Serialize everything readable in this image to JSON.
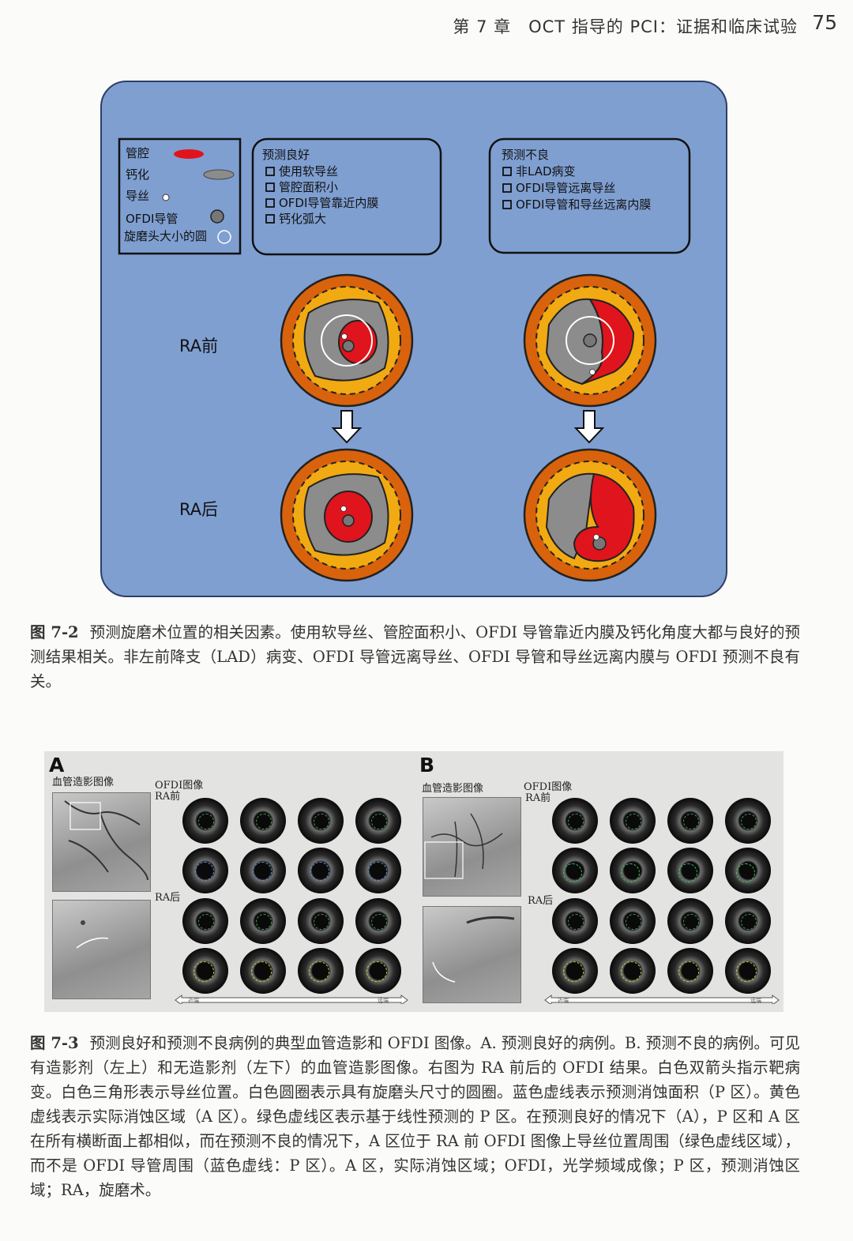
{
  "header": {
    "running_title": "第 7 章　OCT 指导的 PCI：证据和临床试验",
    "page_number": "75"
  },
  "figure2": {
    "legend": {
      "items": [
        "管腔",
        "钙化",
        "导丝",
        "OFDI导管",
        "旋磨头大小的圆"
      ]
    },
    "good_box": {
      "title": "预测良好",
      "items": [
        "使用软导丝",
        "管腔面积小",
        "OFDI导管靠近内膜",
        "钙化弧大"
      ]
    },
    "bad_box": {
      "title": "预测不良",
      "items": [
        "非LAD病变",
        "OFDI导管远离导丝",
        "OFDI导管和导丝远离内膜"
      ]
    },
    "row_before": "RA前",
    "row_after": "RA后",
    "colors": {
      "background": "#7f9fd1",
      "lumen": "#e0141c",
      "calcium": "#8c8c8c",
      "adventitia": "#d9620c",
      "media": "#f2aa12"
    }
  },
  "caption2": {
    "label": "图 7-2",
    "text": "预测旋磨术位置的相关因素。使用软导丝、管腔面积小、OFDI 导管靠近内膜及钙化角度大都与良好的预测结果相关。非左前降支（LAD）病变、OFDI 导管远离导丝、OFDI 导管和导丝远离内膜与 OFDI 预测不良有关。"
  },
  "figure3": {
    "panel_a": {
      "letter": "A",
      "angio_label": "血管造影图像",
      "ofdi_label": "OFDI图像",
      "before_label": "RA前",
      "after_label": "RA后",
      "arrow_left": "近端",
      "arrow_right": "远端"
    },
    "panel_b": {
      "letter": "B",
      "angio_label": "血管造影图像",
      "ofdi_label": "OFDI图像",
      "before_label": "RA前",
      "after_label": "RA后",
      "arrow_left": "近端",
      "arrow_right": "远端"
    }
  },
  "caption3": {
    "label": "图 7-3",
    "text": "预测良好和预测不良病例的典型血管造影和 OFDI 图像。A. 预测良好的病例。B. 预测不良的病例。可见有造影剂（左上）和无造影剂（左下）的血管造影图像。右图为 RA 前后的 OFDI 结果。白色双箭头指示靶病变。白色三角形表示导丝位置。白色圆圈表示具有旋磨头尺寸的圆圈。蓝色虚线表示预测消蚀面积（P 区）。黄色虚线表示实际消蚀区域（A 区）。绿色虚线区表示基于线性预测的 P 区。在预测良好的情况下（A），P 区和 A 区在所有横断面上都相似，而在预测不良的情况下，A 区位于 RA 前 OFDI 图像上导丝位置周围（绿色虚线区域），而不是 OFDI 导管周围（蓝色虚线：P 区）。A 区，实际消蚀区域；OFDI，光学频域成像；P 区，预测消蚀区域；RA，旋磨术。"
  }
}
